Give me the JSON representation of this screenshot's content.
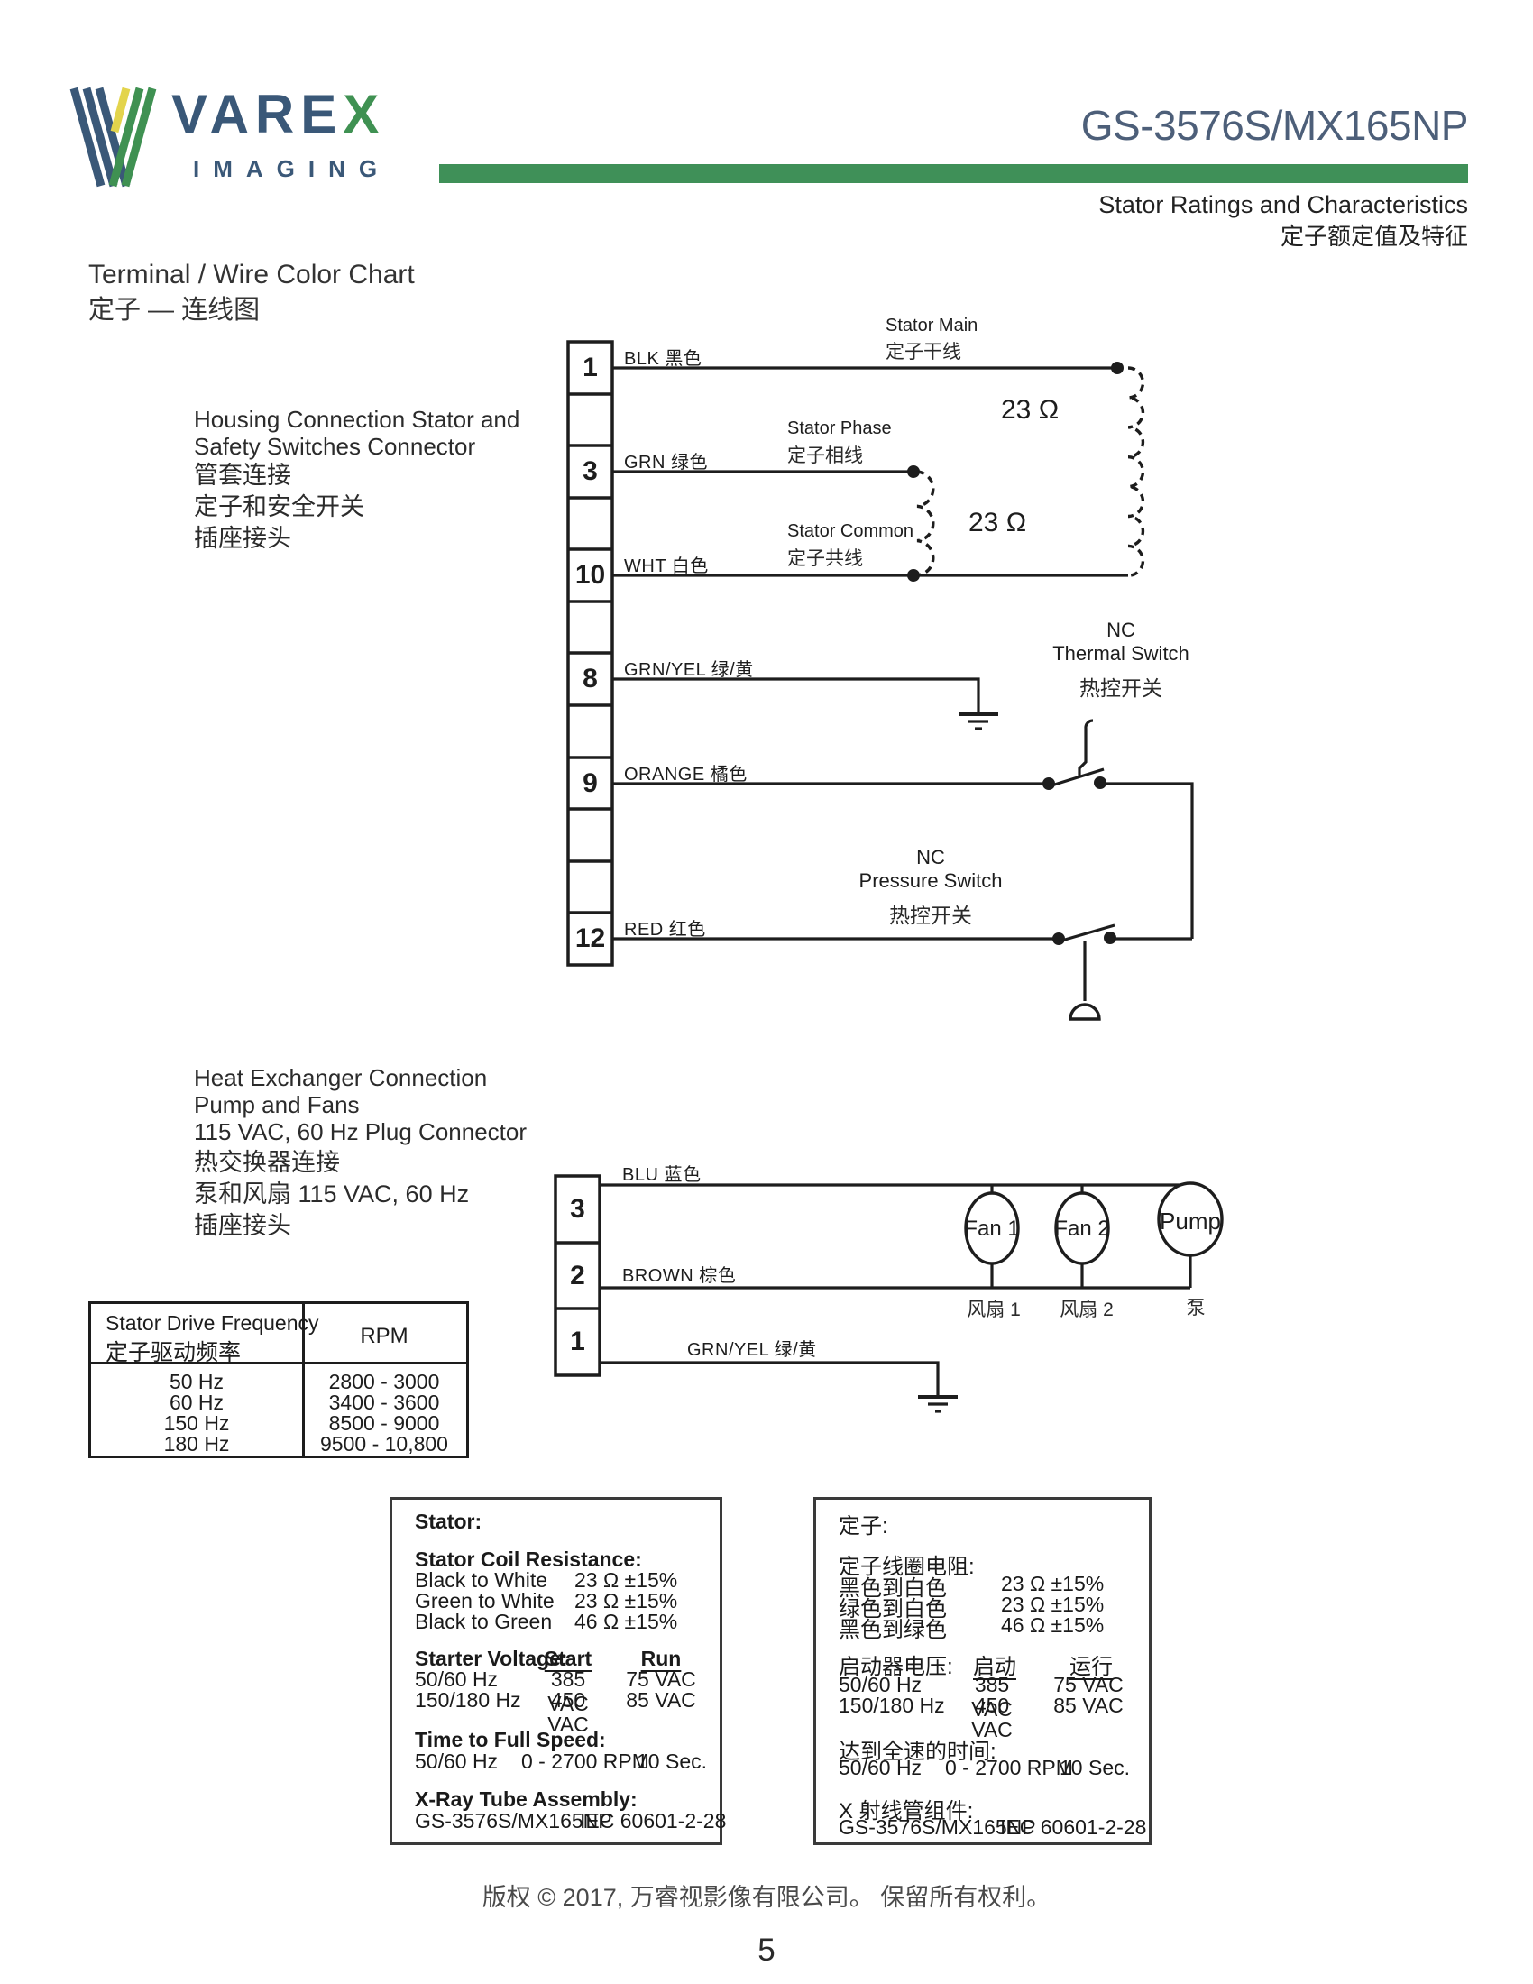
{
  "colors": {
    "brand_blue": "#3a5878",
    "brand_green": "#3f9152",
    "brand_yellow": "#e3d44c",
    "accent_bar_green": "#3f9058",
    "model_title_blue": "#4d5f79",
    "ink": "#1d1d1d"
  },
  "header": {
    "logo": {
      "brand_main": "VARE",
      "brand_x": "X",
      "sub": "IMAGING"
    },
    "model": "GS-3576S/MX165NP",
    "subtitle_en": "Stator Ratings and Characteristics",
    "subtitle_zh": "定子额定值及特征"
  },
  "section": {
    "title_en": "Terminal / Wire Color Chart",
    "title_zh": "定子 — 连线图"
  },
  "diagram1": {
    "note": [
      "Housing Connection Stator and",
      "Safety Switches Connector",
      "管套连接",
      "定子和安全开关",
      "插座接头"
    ],
    "terminals": [
      "1",
      "3",
      "10",
      "8",
      "9",
      "12"
    ],
    "wires": [
      "BLK  黑色",
      "GRN  绿色",
      "WHT  白色",
      "GRN/YEL 绿/黄",
      "ORANGE  橘色",
      "RED  红色"
    ],
    "stator_main_en": "Stator Main",
    "stator_main_zh": "定子干线",
    "stator_phase_en": "Stator Phase",
    "stator_phase_zh": "定子相线",
    "stator_common_en": "Stator Common",
    "stator_common_zh": "定子共线",
    "resistance_main": "23 Ω",
    "resistance_phase": "23 Ω",
    "thermal_switch": [
      "NC",
      "Thermal Switch",
      "热控开关"
    ],
    "pressure_switch": [
      "NC",
      "Pressure Switch",
      "热控开关"
    ]
  },
  "diagram2": {
    "note": [
      "Heat Exchanger Connection",
      "Pump and Fans",
      "115 VAC, 60 Hz Plug Connector",
      "热交换器连接",
      "泵和风扇 115 VAC, 60 Hz",
      "插座接头"
    ],
    "terminals": [
      "3",
      "2",
      "1"
    ],
    "wires": [
      "BLU 蓝色",
      "BROWN  棕色",
      "GRN/YEL 绿/黄"
    ],
    "fan1": "Fan 1",
    "fan2": "Fan 2",
    "pump": "Pump",
    "fan1_zh": "风扇 1",
    "fan2_zh": "风扇 2",
    "pump_zh": "泵"
  },
  "freq_table": {
    "col1_header_en": "Stator Drive Frequency",
    "col1_header_zh": "定子驱动频率",
    "col2_header": "RPM",
    "rows": [
      [
        "50 Hz",
        "2800 - 3000"
      ],
      [
        "60 Hz",
        "3400 - 3600"
      ],
      [
        "150 Hz",
        "8500 - 9000"
      ],
      [
        "180 Hz",
        "9500 - 10,800"
      ]
    ]
  },
  "spec_en": {
    "title": "Stator:",
    "coil_heading": "Stator Coil Resistance:",
    "coil_rows": [
      {
        "label": "Black to White",
        "value": "23 Ω  ±15%"
      },
      {
        "label": "Green to White",
        "value": "23 Ω  ±15%"
      },
      {
        "label": "Black to Green",
        "value": "46 Ω  ±15%"
      }
    ],
    "starter_heading": "Starter Voltage:",
    "starter_start": "Start",
    "starter_run": "Run",
    "starter_rows": [
      {
        "label": "50/60 Hz",
        "start": "385 VAC",
        "run": "75 VAC"
      },
      {
        "label": "150/180 Hz",
        "start": "450 VAC",
        "run": "85 VAC"
      }
    ],
    "time_heading": "Time to Full Speed:",
    "time_row": {
      "label": "50/60 Hz",
      "range": "0 - 2700 RPM",
      "time": "10 Sec."
    },
    "assembly_heading": "X-Ray Tube Assembly:",
    "assembly_row": {
      "model": "GS-3576S/MX165NP",
      "standard": "IEC 60601-2-28"
    }
  },
  "spec_zh": {
    "title": "定子:",
    "coil_heading": "定子线圈电阻:",
    "coil_rows": [
      {
        "label": "黑色到白色",
        "value": "23 Ω  ±15%"
      },
      {
        "label": "绿色到白色",
        "value": "23 Ω  ±15%"
      },
      {
        "label": "黑色到绿色",
        "value": "46 Ω  ±15%"
      }
    ],
    "starter_heading": "启动器电压:",
    "starter_start": "启动",
    "starter_run": "运行",
    "starter_rows": [
      {
        "label": "50/60 Hz",
        "start": "385 VAC",
        "run": "75 VAC"
      },
      {
        "label": "150/180 Hz",
        "start": "450 VAC",
        "run": "85 VAC"
      }
    ],
    "time_heading": "达到全速的时间:",
    "time_row": {
      "label": "50/60 Hz",
      "range": "0 - 2700 RPM",
      "time": "10 Sec."
    },
    "assembly_heading": "X 射线管组件:",
    "assembly_row": {
      "model": "GS-3576S/MX165NP",
      "standard": "IEC 60601-2-28"
    }
  },
  "footer": {
    "copyright": "版权 © 2017, 万睿视影像有限公司。 保留所有权利。",
    "page": "5"
  }
}
